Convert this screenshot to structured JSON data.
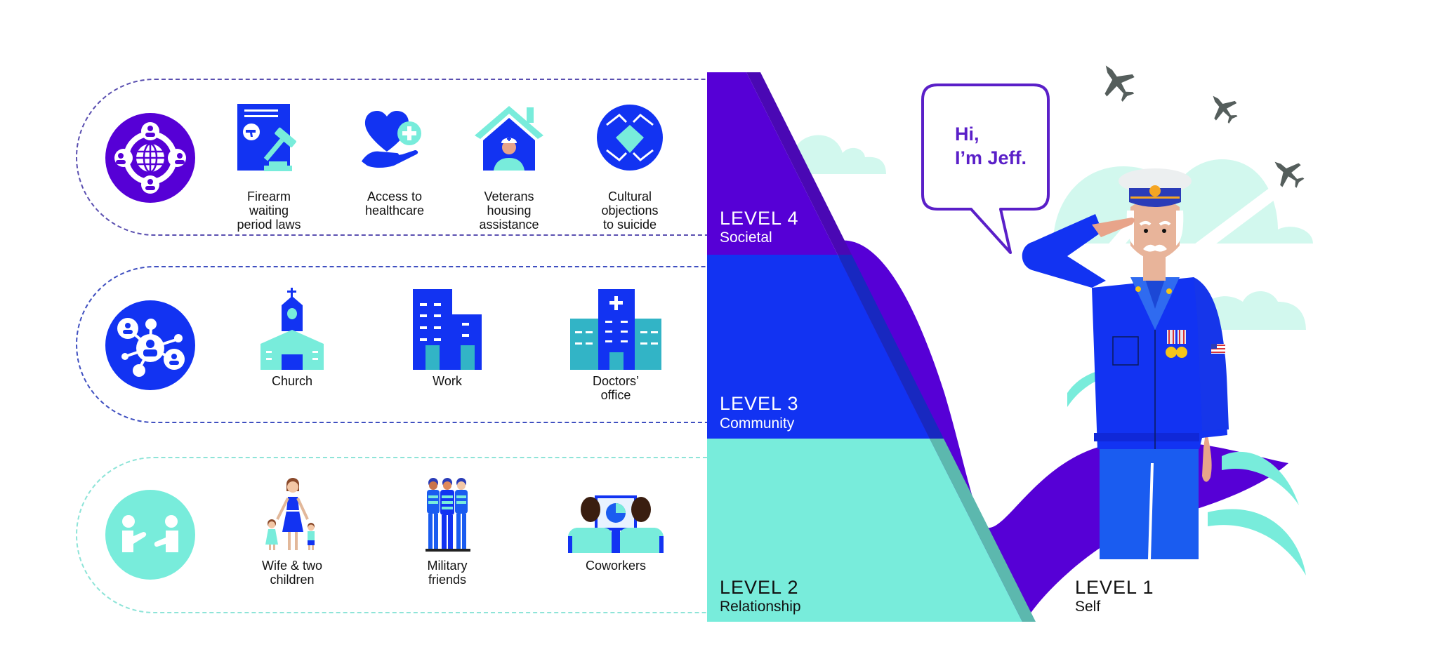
{
  "title": "Social-ecological model of suicide prevention",
  "colors": {
    "societal": "#5600d6",
    "community": "#1233f2",
    "relationship": "#78ecdb",
    "stripe_societal": "#4a08b4",
    "stripe_community": "#1828c0",
    "stripe_relationship": "#5cb8ae",
    "cloud": "#d2f8ee",
    "plane": "#555e5c"
  },
  "rows": [
    {
      "level": "societal",
      "category_icon": "globe-network-icon",
      "items": [
        {
          "icon": "gavel-document-icon",
          "label": "Firearm\nwaiting\nperiod laws"
        },
        {
          "icon": "heart-hand-plus-icon",
          "label": "Access to\nhealthcare"
        },
        {
          "icon": "house-nurse-icon",
          "label": "Veterans\nhousing\nassistance"
        },
        {
          "icon": "hands-heart-circle-icon",
          "label": "Cultural\nobjections\nto suicide"
        }
      ]
    },
    {
      "level": "community",
      "category_icon": "people-network-icon",
      "items": [
        {
          "icon": "church-icon",
          "label": "Church"
        },
        {
          "icon": "office-building-icon",
          "label": "Work"
        },
        {
          "icon": "hospital-icon",
          "label": "Doctors’\noffice"
        }
      ]
    },
    {
      "level": "relationship",
      "category_icon": "two-people-handshake-icon",
      "items": [
        {
          "icon": "family-icon",
          "label": "Wife & two\nchildren"
        },
        {
          "icon": "soldiers-icon",
          "label": "Military\nfriends"
        },
        {
          "icon": "coworkers-icon",
          "label": "Coworkers"
        }
      ]
    }
  ],
  "levels": [
    {
      "title": "LEVEL 4",
      "name": "Societal"
    },
    {
      "title": "LEVEL 3",
      "name": "Community"
    },
    {
      "title": "LEVEL 2",
      "name": "Relationship"
    },
    {
      "title": "LEVEL 1",
      "name": "Self"
    }
  ],
  "speech_bubble": {
    "line1": "Hi,",
    "line2": "I’m Jeff."
  }
}
